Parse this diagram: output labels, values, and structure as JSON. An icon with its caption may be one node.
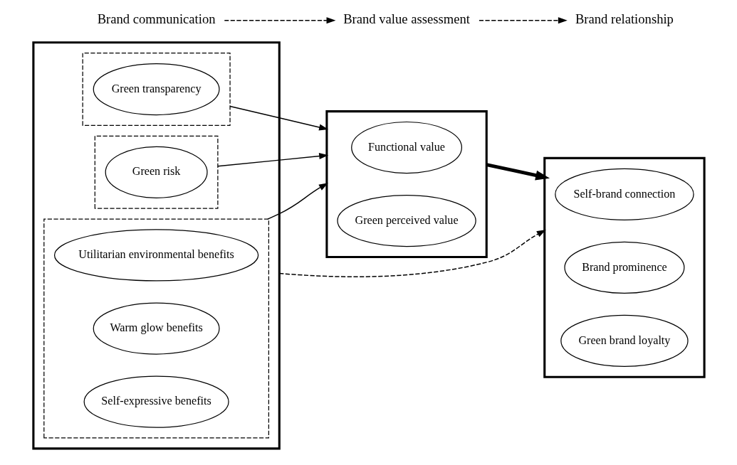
{
  "diagram": {
    "nodes": [
      {
        "text": [],
        "shape": "box"
      },
      {
        "text": [],
        "shape": "box",
        "in": 0
      },
      {
        "text": [
          "Utilitarian environmental benefits"
        ],
        "in": 1
      },
      {
        "text": [
          "Warm glow benefits"
        ],
        "in": 1
      },
      {
        "text": [
          "Self-expressive benefits"
        ],
        "in": 1
      },
      {
        "text": [],
        "shape": "box",
        "in": 0
      },
      {
        "text": [
          "Green risk"
        ],
        "in": 5
      },
      {
        "text": [],
        "shape": "box",
        "in": 0
      },
      {
        "text": [
          "Green transparency"
        ],
        "in": 7
      },
      {
        "text": [],
        "shape": "box"
      },
      {
        "text": [
          "Functional value"
        ],
        "in": 9
      },
      {
        "text": [
          "Green perceived value"
        ],
        "in": 9
      },
      {
        "text": [],
        "shape": "box"
      },
      {
        "text": [
          "Self-brand connection"
        ],
        "in": 12
      },
      {
        "text": [
          "Brand prominence"
        ],
        "in": 12
      },
      {
        "text": [
          "Green brand loyalty"
        ],
        "in": 12
      },
      {
        "text": [
          "Brand communication"
        ]
      },
      {
        "text": [
          "Brand value assessment"
        ]
      },
      {
        "text": [
          "Brand relationship"
        ]
      }
    ],
    "edges": [
      {
        "from": 1,
        "to": 9,
        "arrow": "to"
      },
      {
        "from": 5,
        "to": 9,
        "arrow": "to"
      },
      {
        "from": 7,
        "to": 9,
        "arrow": "to"
      },
      {
        "from": 9,
        "to": 12,
        "arrow": "to",
        "style": "thick"
      },
      {
        "from": 0,
        "to": 12,
        "arrow": "to",
        "style": "dashed"
      },
      {
        "from": 16,
        "to": 17,
        "arrow": "to",
        "style": "dashed"
      },
      {
        "from": 17,
        "to": 18,
        "arrow": "to",
        "style": "dashed"
      }
    ]
  }
}
